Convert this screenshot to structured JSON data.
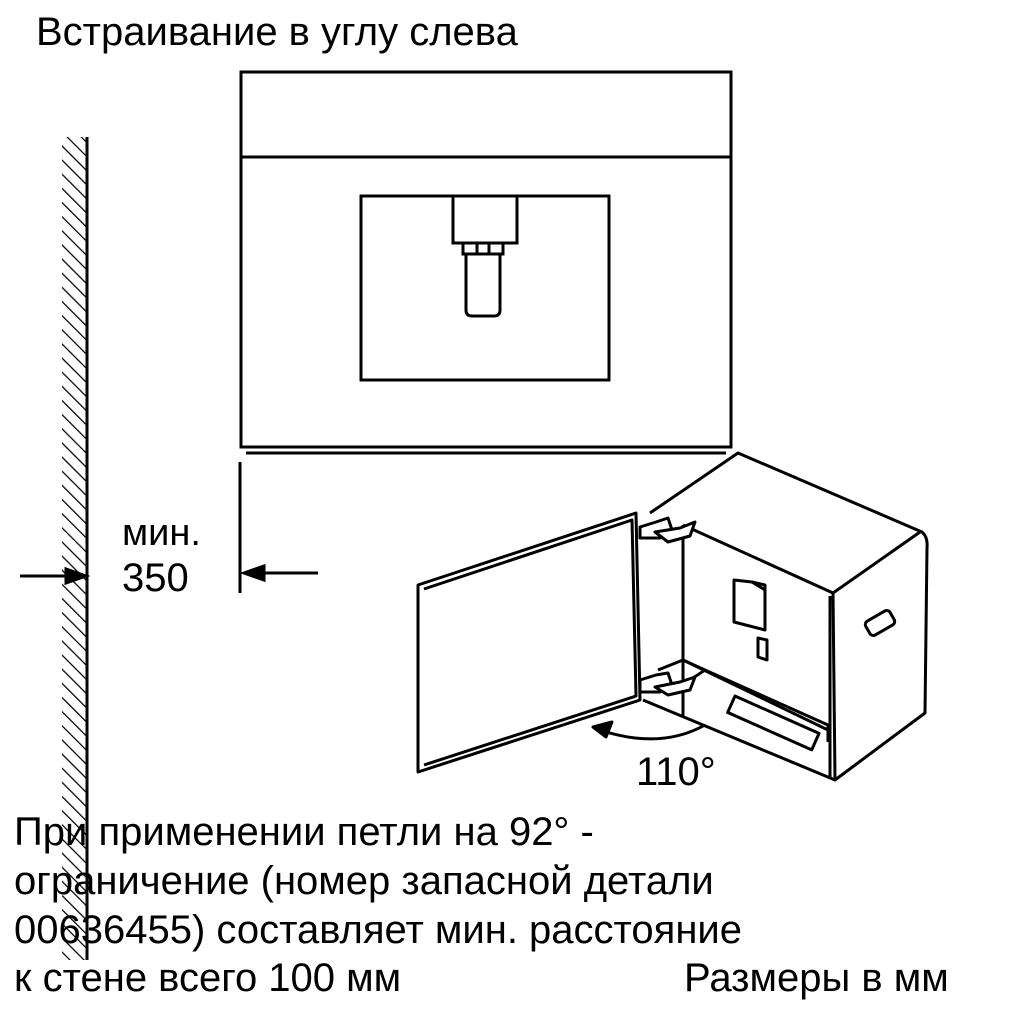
{
  "title": "Встраивание в углу слева",
  "dimension": {
    "label": "мин.",
    "value": "350"
  },
  "angle": "110°",
  "note_lines": [
    "При применении петли на 92° -",
    "ограничение (номер запасной детали",
    "00636455) составляет мин. расстояние",
    "к стене всего 100 мм"
  ],
  "units": "Размеры в мм"
}
